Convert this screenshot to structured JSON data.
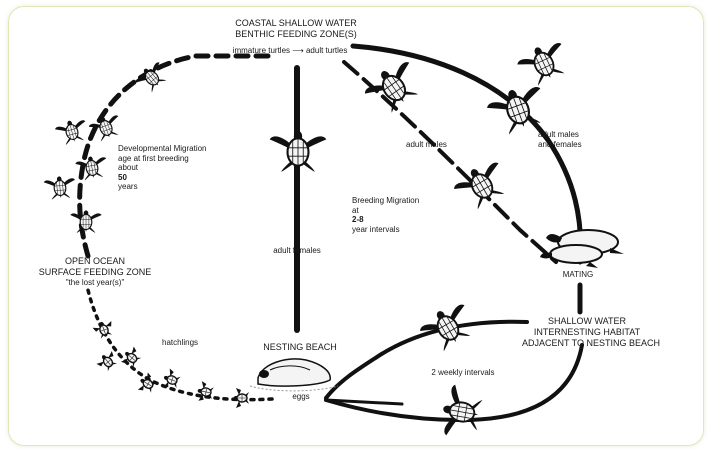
{
  "coastal_zone": {
    "title_line1": "COASTAL SHALLOW WATER",
    "title_line2": "BENTHIC FEEDING ZONE(S)",
    "immature": "immature turtles",
    "arrow": "⟶",
    "adult": "adult turtles"
  },
  "developmental_migration": {
    "line1": "Developmental Migration",
    "line2": "age at first breeding",
    "line3_prefix": "about ",
    "line3_value": "50",
    "line3_suffix": " years"
  },
  "open_ocean": {
    "line1": "OPEN OCEAN",
    "line2": "SURFACE FEEDING ZONE",
    "line3": "\"the lost year(s)\""
  },
  "adult_females": "adult females",
  "adult_males": "adult males",
  "adult_males_females": {
    "line1": "adult males",
    "line2": "and females"
  },
  "breeding_migration": {
    "line1": "Breeding Migration",
    "line2_prefix": "at ",
    "line2_value": "2-8",
    "line2_suffix": " year intervals"
  },
  "mating": "MATING",
  "shallow_habitat": {
    "line1": "SHALLOW WATER",
    "line2": "INTERNESTING HABITAT",
    "line3": "ADJACENT TO NESTING BEACH"
  },
  "hatchlings": "hatchlings",
  "nesting_beach": "NESTING BEACH",
  "eggs": "eggs",
  "weekly_intervals": "2 weekly intervals",
  "colors": {
    "ink": "#111111",
    "frame_border": "#dfe6b8",
    "shell_light": "#f4f4f4"
  },
  "icons": [
    "sea-turtle-icon",
    "mating-turtles-icon",
    "nesting-turtle-icon"
  ]
}
